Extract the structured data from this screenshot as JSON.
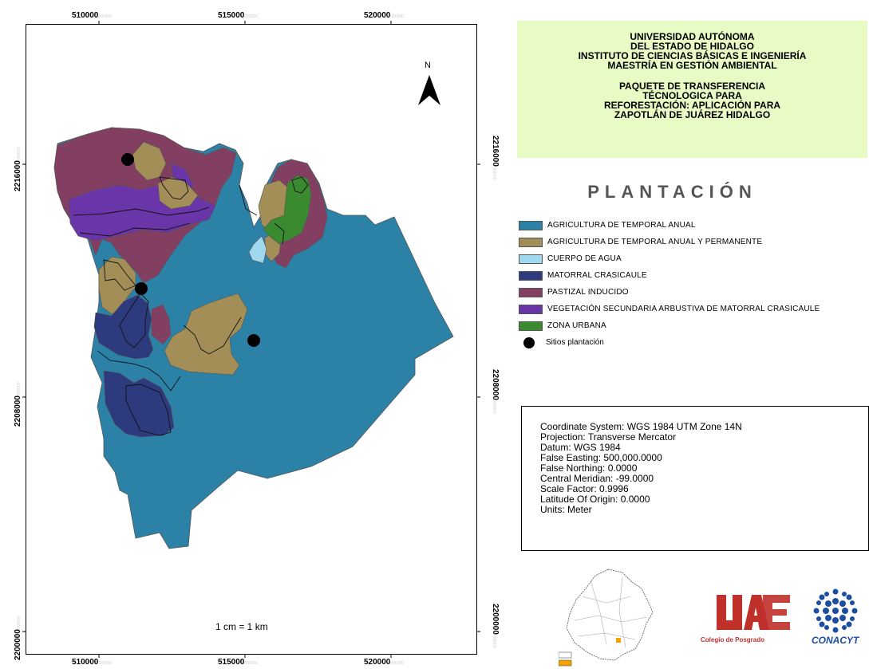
{
  "map": {
    "x_ticks": [
      "510000",
      "515000",
      "520000"
    ],
    "x_tick_sub": "000000",
    "y_ticks": [
      "2216000",
      "2208000",
      "2200000"
    ],
    "y_tick_sub": "000000",
    "north_label": "N",
    "scale_text": "1 cm = 1 km",
    "colors": {
      "agricultura_temporal_anual": "#2b82a6",
      "agricultura_temporal_anual_permanente": "#a38e58",
      "cuerpo_de_agua": "#9fd8ef",
      "matorral_crasicaule": "#2e3a7e",
      "pastizal_inducido": "#833f62",
      "vegetacion_secundaria": "#6a35a8",
      "zona_urbana": "#3a8a2f"
    }
  },
  "title_box": {
    "lines1": [
      "UNIVERSIDAD AUTÓNOMA",
      "DEL ESTADO DE HIDALGO",
      "INSTITUTO DE CIENCIAS BÁSICAS E INGENIERÍA",
      "MAESTRÍA EN GESTIÓN AMBIENTAL"
    ],
    "lines2": [
      "PAQUETE DE TRANSFERENCIA",
      "TÉCNOLOGICA PARA",
      "REFORESTACIÓN: APLICACIÓN PARA",
      "ZAPOTLÁN DE JUÁREZ HIDALGO"
    ],
    "background": "#e9fbc5"
  },
  "section_title": "PLANTACIÓN",
  "legend": [
    {
      "label": "AGRICULTURA DE TEMPORAL ANUAL",
      "color": "#2b82a6"
    },
    {
      "label": "AGRICULTURA DE TEMPORAL ANUAL Y PERMANENTE",
      "color": "#a38e58"
    },
    {
      "label": "CUERPO DE AGUA",
      "color": "#9fd8ef"
    },
    {
      "label": "MATORRAL CRASICAULE",
      "color": "#2e3a7e"
    },
    {
      "label": "PASTIZAL INDUCIDO",
      "color": "#833f62"
    },
    {
      "label": "VEGETACIÓN SECUNDARIA ARBUSTIVA DE MATORRAL CRASICAULE",
      "color": "#6a35a8"
    },
    {
      "label": "ZONA URBANA",
      "color": "#3a8a2f"
    }
  ],
  "legend_point": "Sitios plantación",
  "coord_info": [
    "Coordinate System: WGS 1984 UTM Zone 14N",
    "Projection: Transverse Mercator",
    "Datum: WGS 1984",
    "False Easting: 500,000.0000",
    "False Northing: 0.0000",
    "Central Meridian: -99.0000",
    "Scale Factor: 0.9996",
    "Latitude Of Origin: 0.0000",
    "Units: Meter"
  ],
  "logos": {
    "uaeh_caption": "Colegio de Posgrado",
    "conacyt": "CONACYT"
  }
}
